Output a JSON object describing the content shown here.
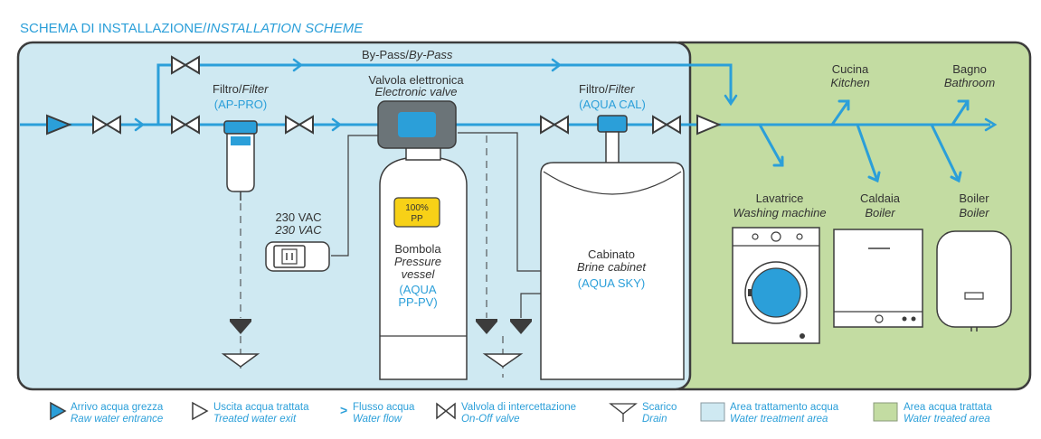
{
  "title": {
    "main": "SCHEMA DI INSTALLAZIONE",
    "sep": "/",
    "sub": "INSTALLATION SCHEME"
  },
  "bypass": {
    "main": "By-Pass",
    "sub": "By-Pass"
  },
  "filter1": {
    "main": "Filtro",
    "sub": "Filter",
    "model": "(AP-PRO)"
  },
  "valve": {
    "main": "Valvola elettronica",
    "sub": "Electronic valve"
  },
  "filter2": {
    "main": "Filtro",
    "sub": "Filter",
    "model": "(AQUA CAL)"
  },
  "power": {
    "main": "230 VAC",
    "sub": "230 VAC"
  },
  "pp_badge": {
    "line1": "100%",
    "line2": "PP"
  },
  "vessel": {
    "main": "Bombola",
    "sub1": "Pressure",
    "sub2": "vessel",
    "model1": "(AQUA",
    "model2": "PP-PV)"
  },
  "cabinet": {
    "main": "Cabinato",
    "sub": "Brine cabinet",
    "model": "(AQUA SKY)"
  },
  "outputs": {
    "kitchen": {
      "main": "Cucina",
      "sub": "Kitchen"
    },
    "bathroom": {
      "main": "Bagno",
      "sub": "Bathroom"
    },
    "washer": {
      "main": "Lavatrice",
      "sub": "Washing machine"
    },
    "heater": {
      "main": "Caldaia",
      "sub": "Boiler"
    },
    "boiler": {
      "main": "Boiler",
      "sub": "Boiler"
    }
  },
  "legend": [
    {
      "icon": "raw-water-entrance-icon",
      "main": "Arrivo acqua grezza",
      "sub": "Raw water entrance"
    },
    {
      "icon": "treated-water-exit-icon",
      "main": "Uscita acqua trattata",
      "sub": "Treated water exit"
    },
    {
      "icon": "water-flow-icon",
      "main": "Flusso acqua",
      "sub": "Water flow"
    },
    {
      "icon": "on-off-valve-icon",
      "main": "Valvola di intercettazione",
      "sub": "On-Off valve"
    },
    {
      "icon": "drain-icon",
      "main": "Scarico",
      "sub": "Drain"
    },
    {
      "icon": "treatment-area-icon",
      "main": "Area trattamento acqua",
      "sub": "Water treatment area"
    },
    {
      "icon": "treated-area-icon",
      "main": "Area acqua trattata",
      "sub": "Water treated area"
    }
  ],
  "colors": {
    "pipe": "#2b9fd9",
    "treatment_area": "#cfe9f2",
    "treated_area": "#c3dca2",
    "frame": "#3c3c3c",
    "pp_badge": "#f7d117"
  }
}
